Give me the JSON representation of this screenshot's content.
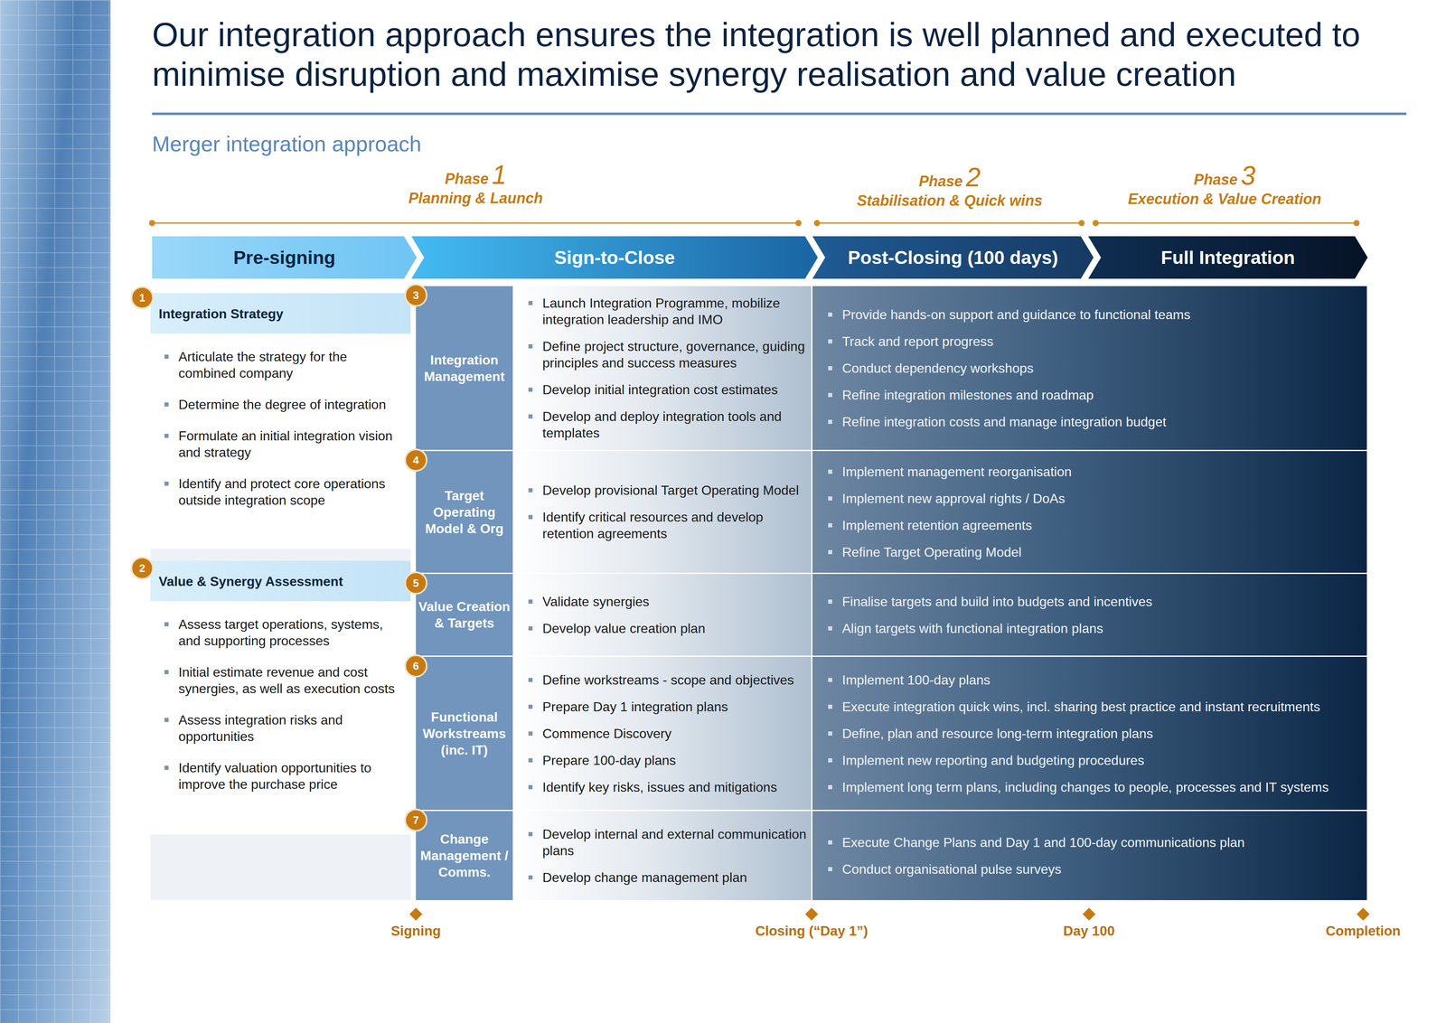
{
  "diagram": {
    "title": "Our integration approach ensures the integration is well planned and executed to minimise disruption and maximise synergy realisation and value creation",
    "nodes": [
      {
        "text": [
          "Pre-signing"
        ]
      },
      {
        "text": [
          "Sign-to-Close"
        ]
      },
      {
        "text": [
          "Post-Closing (100 days)"
        ]
      },
      {
        "text": [
          "Full Integration"
        ]
      },
      {
        "text": [
          "Integration Strategy",
          "Articulate the strategy for the combined company",
          "Determine the degree of integration",
          "Formulate an initial integration vision and strategy",
          "Identify and protect core operations outside integration scope"
        ]
      },
      {
        "text": [
          "Value & Synergy Assessment",
          "Assess target operations, systems, and supporting processes",
          "Initial estimate revenue and cost synergies, as well as execution costs",
          "Assess integration risks and opportunities",
          "Identify valuation opportunities to improve the purchase price"
        ]
      },
      {
        "text": [
          "Integration Management"
        ]
      },
      {
        "text": [
          "Launch Integration Programme, mobilize integration leadership and IMO",
          "Define project structure, governance, guiding principles and success measures",
          "Develop initial integration cost estimates",
          "Develop and deploy integration tools and templates"
        ]
      },
      {
        "text": [
          "Provide hands-on support and guidance to functional teams",
          "Track and report progress",
          "Conduct dependency workshops",
          "Refine integration milestones and roadmap",
          "Refine integration costs and manage integration budget"
        ]
      },
      {
        "text": [
          "Target Operating Model & Org"
        ]
      },
      {
        "text": [
          "Develop provisional Target Operating Model",
          "Identify critical resources and develop retention agreements"
        ]
      },
      {
        "text": [
          "Implement management reorganisation",
          "Implement new approval rights / DoAs",
          "Implement retention agreements",
          "Refine Target Operating Model"
        ]
      },
      {
        "text": [
          "Value Creation & Targets"
        ]
      },
      {
        "text": [
          "Validate synergies",
          "Develop value creation plan"
        ]
      },
      {
        "text": [
          "Finalise targets and build into budgets and incentives",
          "Align targets with functional integration plans"
        ]
      },
      {
        "text": [
          "Functional Workstreams (inc. IT)"
        ]
      },
      {
        "text": [
          "Define workstreams - scope and objectives",
          "Prepare Day 1 integration plans",
          "Commence Discovery",
          "Prepare 100-day plans",
          "Identify key risks, issues and mitigations"
        ]
      },
      {
        "text": [
          "Implement 100-day plans",
          "Execute integration quick wins, incl. sharing best practice and instant recruitments",
          "Define, plan and resource long-term integration plans",
          "Implement new reporting and budgeting procedures",
          "Implement long term plans, including changes to people, processes and IT systems"
        ]
      },
      {
        "text": [
          "Change Management / Comms."
        ]
      },
      {
        "text": [
          "Develop internal and external communication plans",
          "Develop change management plan"
        ]
      },
      {
        "text": [
          "Execute Change Plans and Day 1 and 100-day communications plan",
          "Conduct organisational pulse surveys"
        ]
      }
    ],
    "labels": [
      "Merger integration approach",
      "Phase",
      "1",
      "Planning & Launch",
      "Phase",
      "2",
      "Stabilisation & Quick wins",
      "Phase",
      "3",
      "Execution & Value Creation",
      "1",
      "2",
      "3",
      "4",
      "5",
      "6",
      "7",
      "Signing",
      "Closing (“Day 1”)",
      "Day 100",
      "Completion"
    ]
  }
}
